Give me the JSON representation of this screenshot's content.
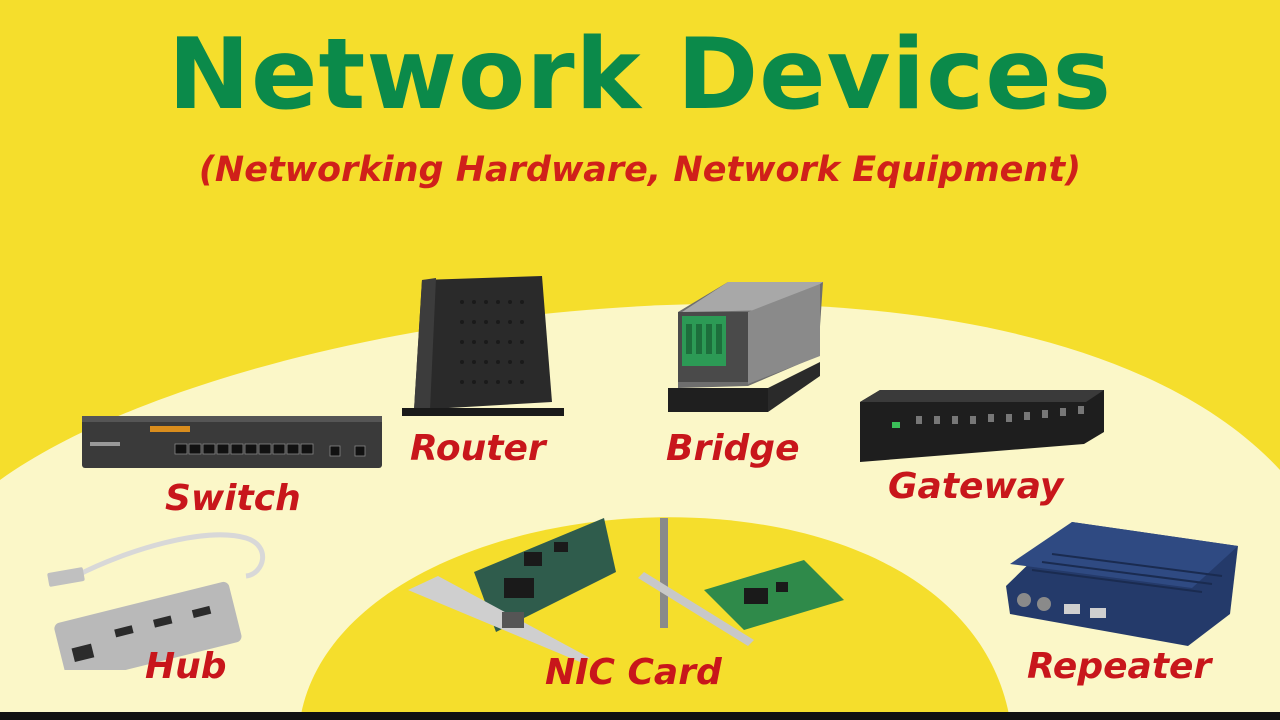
{
  "title": "Network Devices",
  "subtitle": "(Networking Hardware, Network Equipment)",
  "colors": {
    "background": "#f5de2c",
    "arc": "#fbf7c8",
    "title": "#0b8a4a",
    "subtitle": "#d0201a",
    "label": "#c8161b"
  },
  "devices": {
    "switch": {
      "label": "Switch"
    },
    "router": {
      "label": "Router"
    },
    "bridge": {
      "label": "Bridge"
    },
    "gateway": {
      "label": "Gateway"
    },
    "hub": {
      "label": "Hub"
    },
    "nic": {
      "label": "NIC Card"
    },
    "repeater": {
      "label": "Repeater"
    }
  }
}
